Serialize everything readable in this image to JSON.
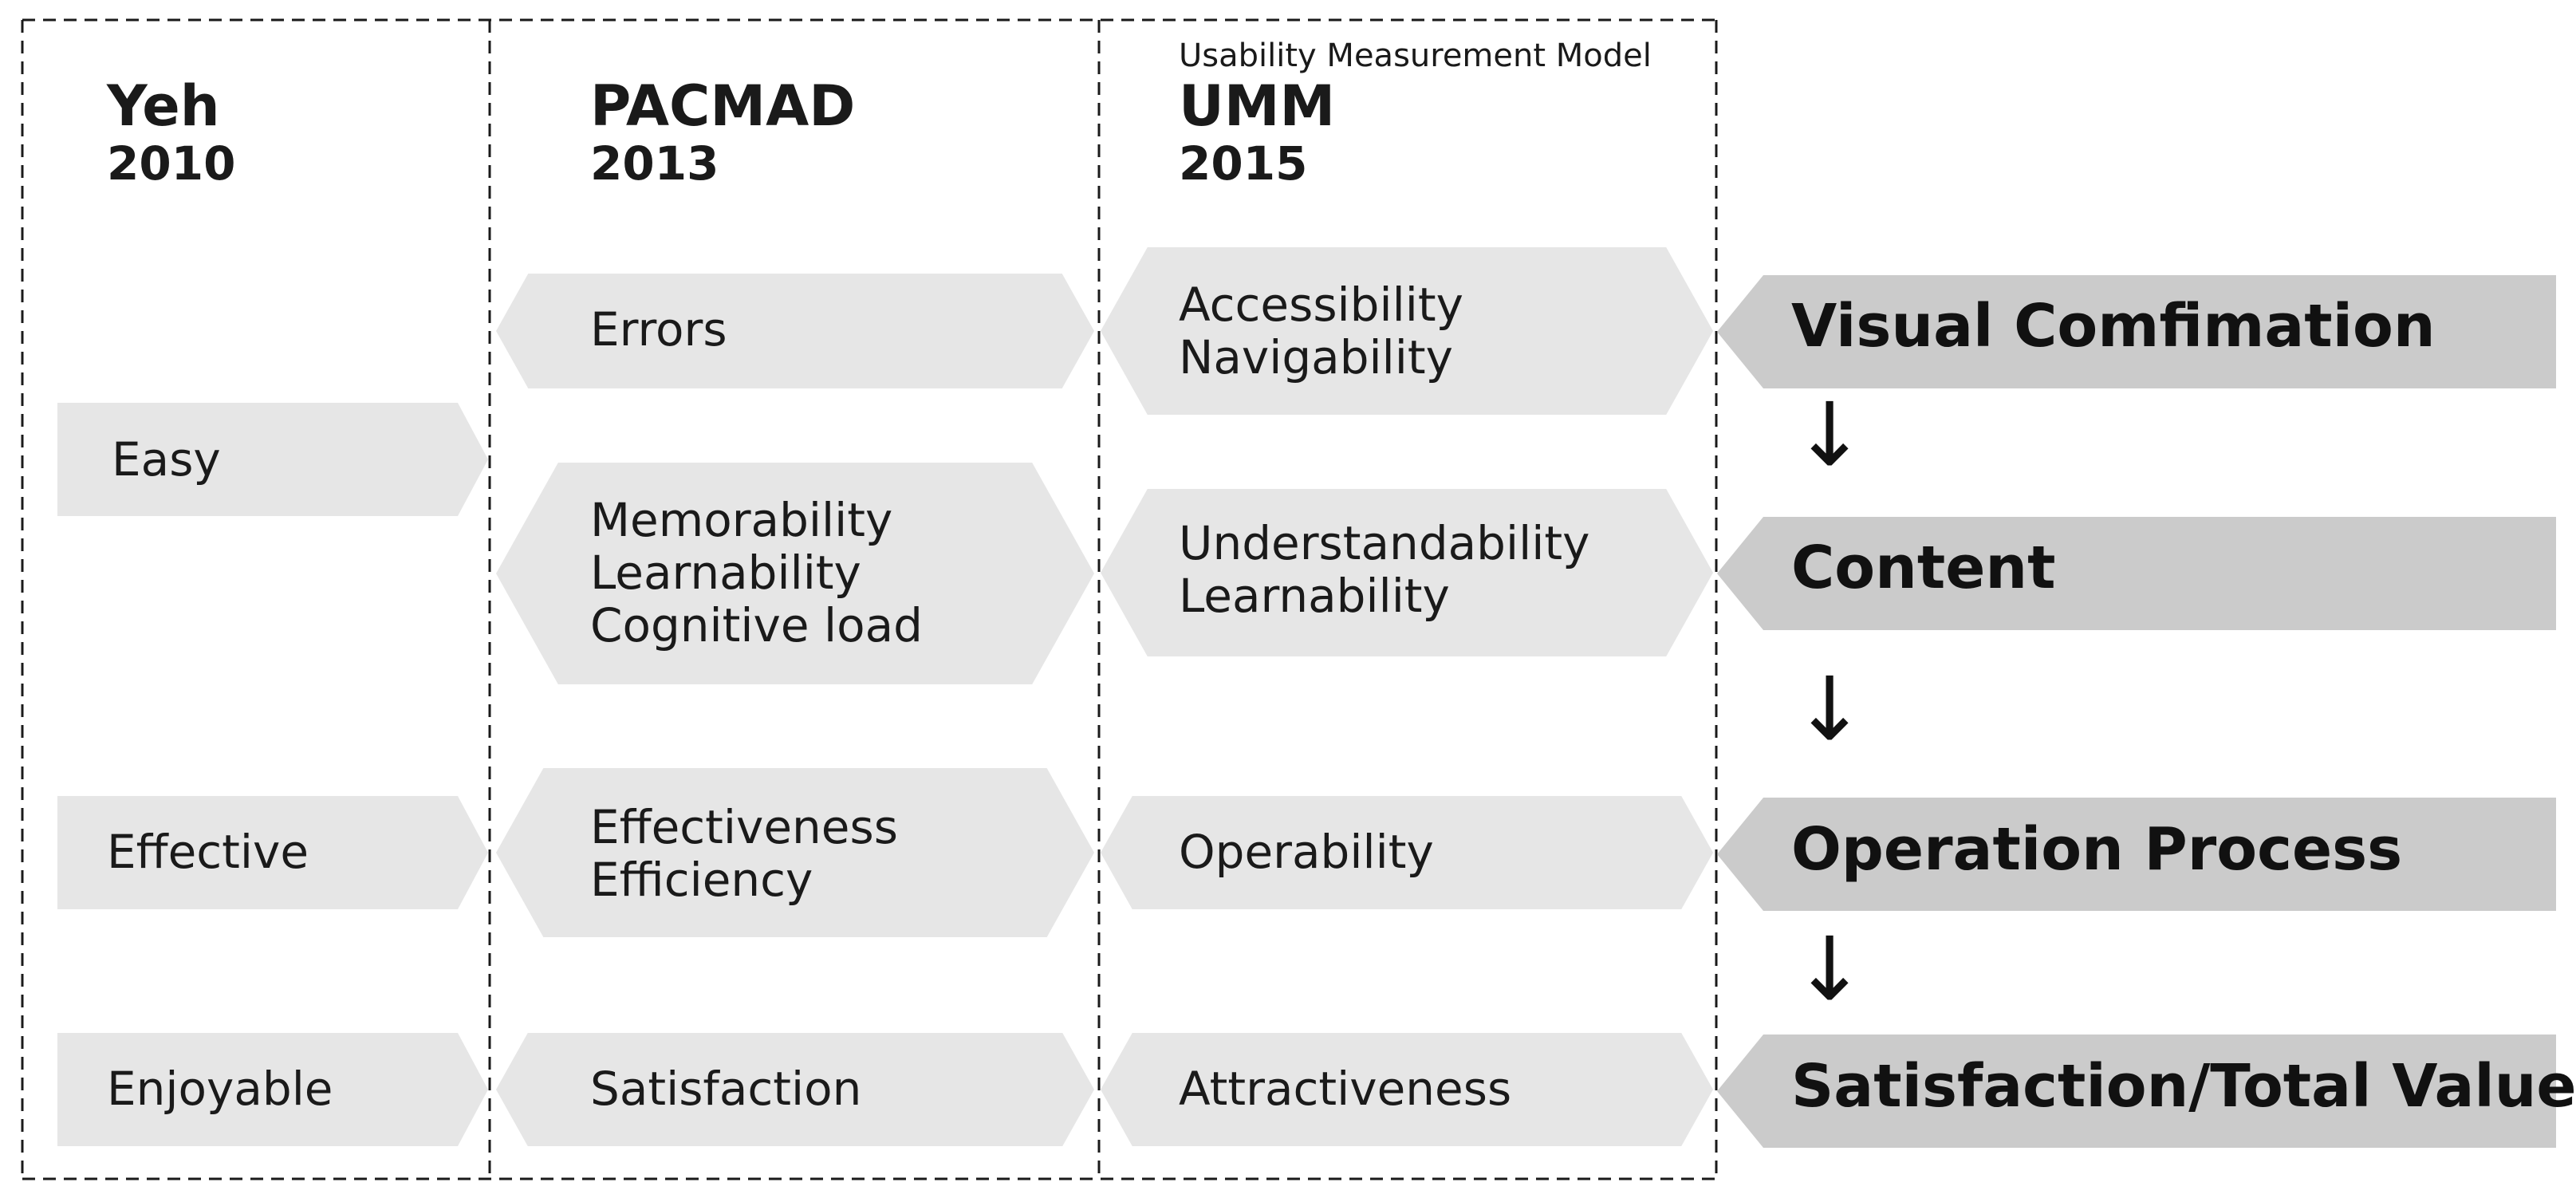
{
  "colors": {
    "item_fill": "#e6e6e6",
    "result_fill": "#cbcbcb",
    "border": "#1a1a1a"
  },
  "models": [
    {
      "name": "Yeh",
      "year": "2010",
      "subtitle": ""
    },
    {
      "name": "PACMAD",
      "year": "2013",
      "subtitle": ""
    },
    {
      "name": "UMM",
      "year": "2015",
      "subtitle": "Usability Measurement Model"
    }
  ],
  "yeh_items": [
    "Easy",
    "Effective",
    "Enjoyable"
  ],
  "pacmad_items": [
    [
      "Errors"
    ],
    [
      "Memorability",
      "Learnability",
      "Cognitive load"
    ],
    [
      "Effectiveness",
      "Efficiency"
    ],
    [
      "Satisfaction"
    ]
  ],
  "umm_items": [
    [
      "Accessibility",
      "Navigability"
    ],
    [
      "Understandability",
      "Learnability"
    ],
    [
      "Operability"
    ],
    [
      "Attractiveness"
    ]
  ],
  "results": [
    "Visual Comfimation",
    "Content",
    "Operation Process",
    "Satisfaction/Total Value"
  ],
  "arrow_glyph": "↓"
}
